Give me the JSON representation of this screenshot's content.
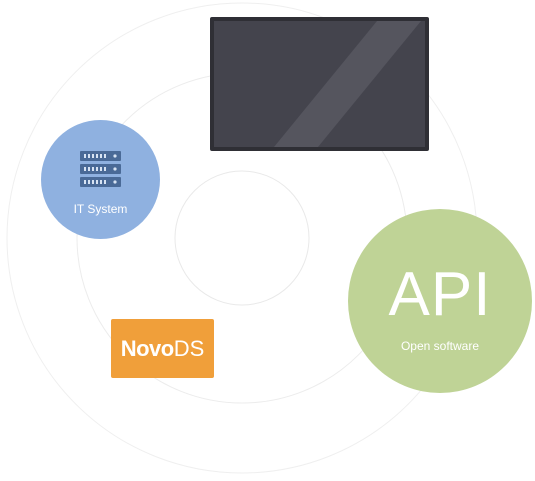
{
  "it_system": {
    "label": "IT System",
    "icon": "server-rack-icon",
    "color": "#8fb1e0"
  },
  "api": {
    "title": "API",
    "subtitle": "Open software",
    "color": "#bfd396"
  },
  "logo": {
    "text_bold": "Novo",
    "text_light": "DS",
    "color": "#f09f3a"
  },
  "display": {
    "icon": "display-screen-icon"
  }
}
